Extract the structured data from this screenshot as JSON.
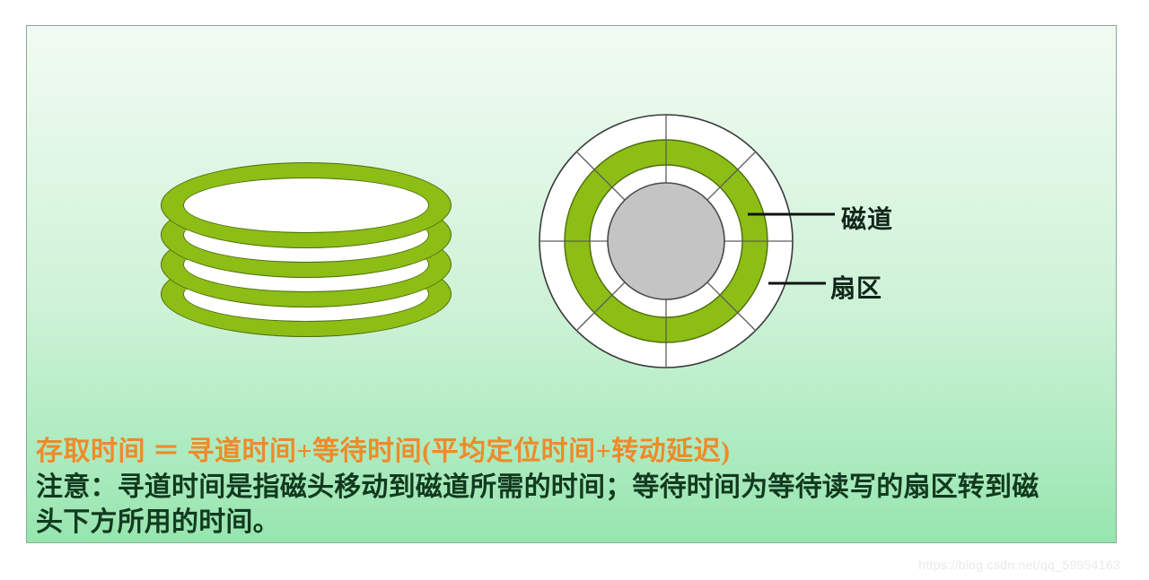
{
  "slide": {
    "background_top_color": "#f2fbf3",
    "background_bottom_color": "#96e5ae",
    "border_color": "#8aa898"
  },
  "platter_stack": {
    "name": "disk platters",
    "count": 4,
    "rim_color": "#8cbe16",
    "face_color": "#ffffff",
    "outline_color": "#4f6d0c"
  },
  "disk_diagram": {
    "hub_color": "#c4c4c4",
    "track_ring_color": "#8cbe16",
    "surface_color": "#ffffff",
    "outline_color": "#3a3a3a",
    "sector_divider_count": 8,
    "ring_count": 3
  },
  "labels": {
    "track": "磁道",
    "sector": "扇区"
  },
  "caption": {
    "formula": "存取时间 ＝ 寻道时间+等待时间(平均定位时间+转动延迟)",
    "formula_color": "#ed8b2b",
    "note_line1": "注意：寻道时间是指磁头移动到磁道所需的时间；等待时间为等待读写的扇区转到磁",
    "note_line2": "头下方所用的时间。",
    "note_color": "#123a1f"
  },
  "watermark": {
    "text": "https://blog.csdn.net/qq_59954163"
  }
}
